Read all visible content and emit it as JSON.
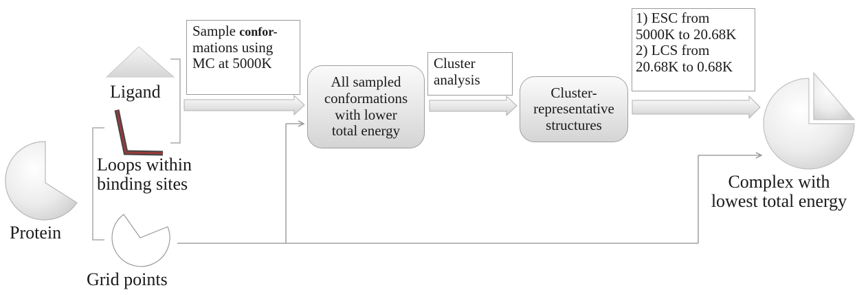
{
  "inputs": {
    "ligand_label": "Ligand",
    "loops_label_line1": "Loops within",
    "loops_label_line2": "binding sites",
    "protein_label": "Protein",
    "grid_label": "Grid points"
  },
  "steps": {
    "sampling_line1_a": "Sample ",
    "sampling_line1_b": "confor-",
    "sampling_line2": "mations using",
    "sampling_line3": "MC at 5000K",
    "sampled_line1": "All sampled",
    "sampled_line2": "conformations",
    "sampled_line3": "with lower",
    "sampled_line4": "total energy",
    "cluster_line1": "Cluster",
    "cluster_line2": "analysis",
    "rep_line1": "Cluster-",
    "rep_line2": "representative",
    "rep_line3": "structures",
    "anneal_line1": "1) ESC from",
    "anneal_line2": "5000K to 20.68K",
    "anneal_line3": "2)  LCS from",
    "anneal_line4": "20.68K to 0.68K"
  },
  "output": {
    "complex_line1": "Complex with",
    "complex_line2": "lowest total energy"
  },
  "colors": {
    "shape_fill": "#e8e8e8",
    "shape_stroke": "#b0b0b0",
    "line_color": "#8a8a8a",
    "loop_dark": "#555555",
    "loop_red": "#b04040"
  }
}
